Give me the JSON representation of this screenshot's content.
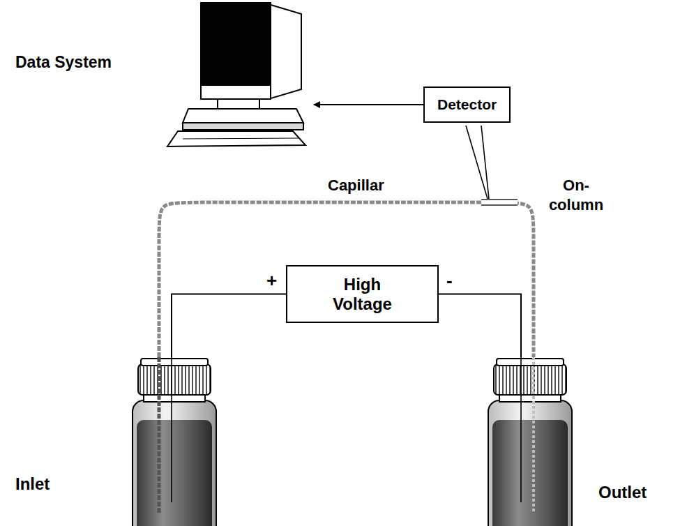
{
  "diagram": {
    "nodes": [
      {
        "text": [
          "Data System"
        ]
      },
      {
        "text": [
          "Detector"
        ]
      },
      {
        "text": [
          "High Voltage"
        ]
      },
      {
        "text": [
          "Inlet"
        ]
      },
      {
        "text": [
          "Outlet"
        ]
      }
    ],
    "edges": [
      {
        "from": 1,
        "to": 0,
        "arrow": "to"
      },
      {
        "from": 2,
        "to": 3,
        "arrow": "none"
      },
      {
        "from": 2,
        "to": 4,
        "arrow": "none"
      },
      {
        "from": 3,
        "to": 4,
        "arrow": "none"
      }
    ],
    "labels": [
      "Capillar",
      "On-column",
      "+",
      "-"
    ]
  }
}
